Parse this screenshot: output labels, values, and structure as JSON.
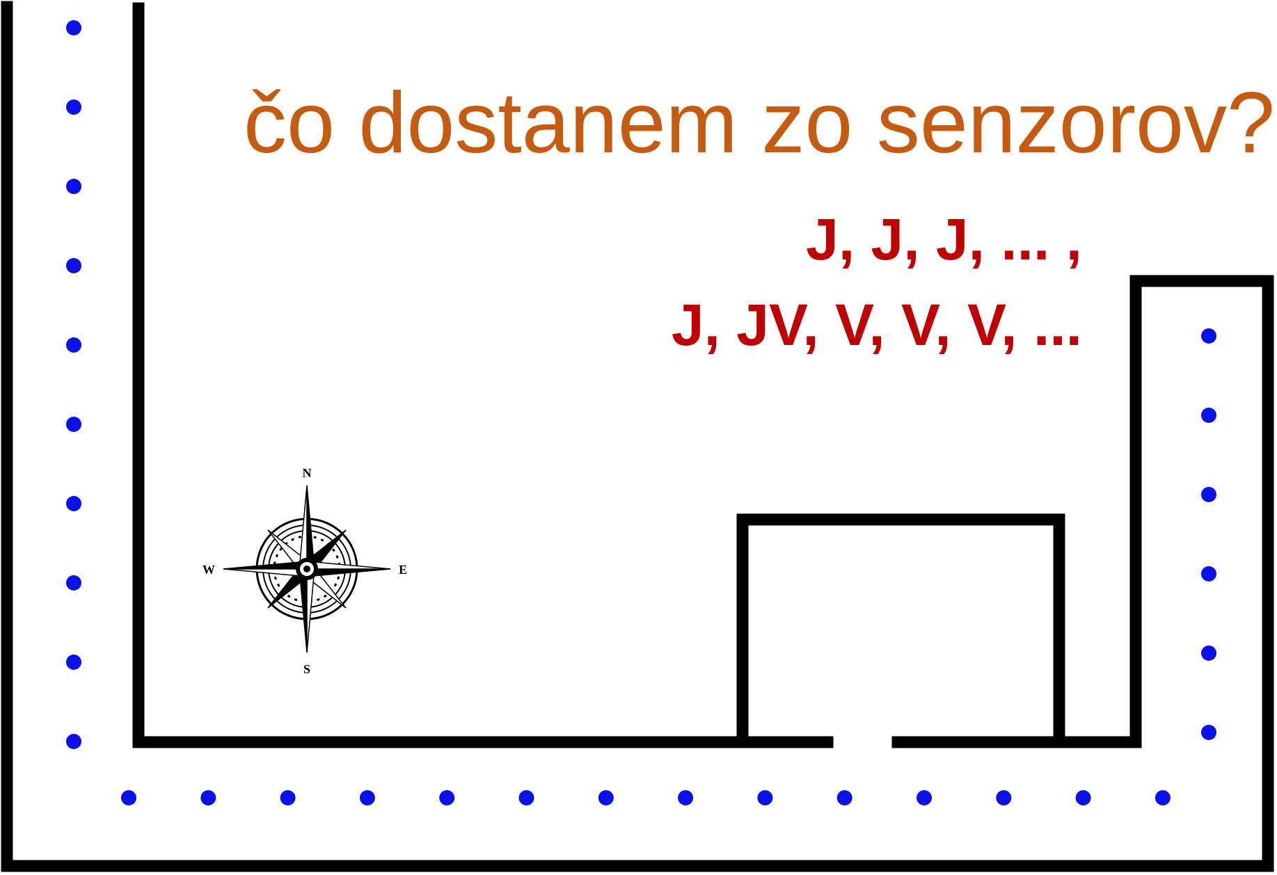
{
  "title": "čo dostanem zo senzorov?",
  "sensor_sequence": {
    "line1": "J, J, J, ... ,",
    "line2": "J, JV, V, V, V, ..."
  },
  "compass": {
    "n": "N",
    "e": "E",
    "s": "S",
    "w": "W"
  },
  "colors": {
    "wall": "#000000",
    "path_dot": "#0a10e8",
    "title": "#c55a11",
    "sequence": "#c00000"
  }
}
